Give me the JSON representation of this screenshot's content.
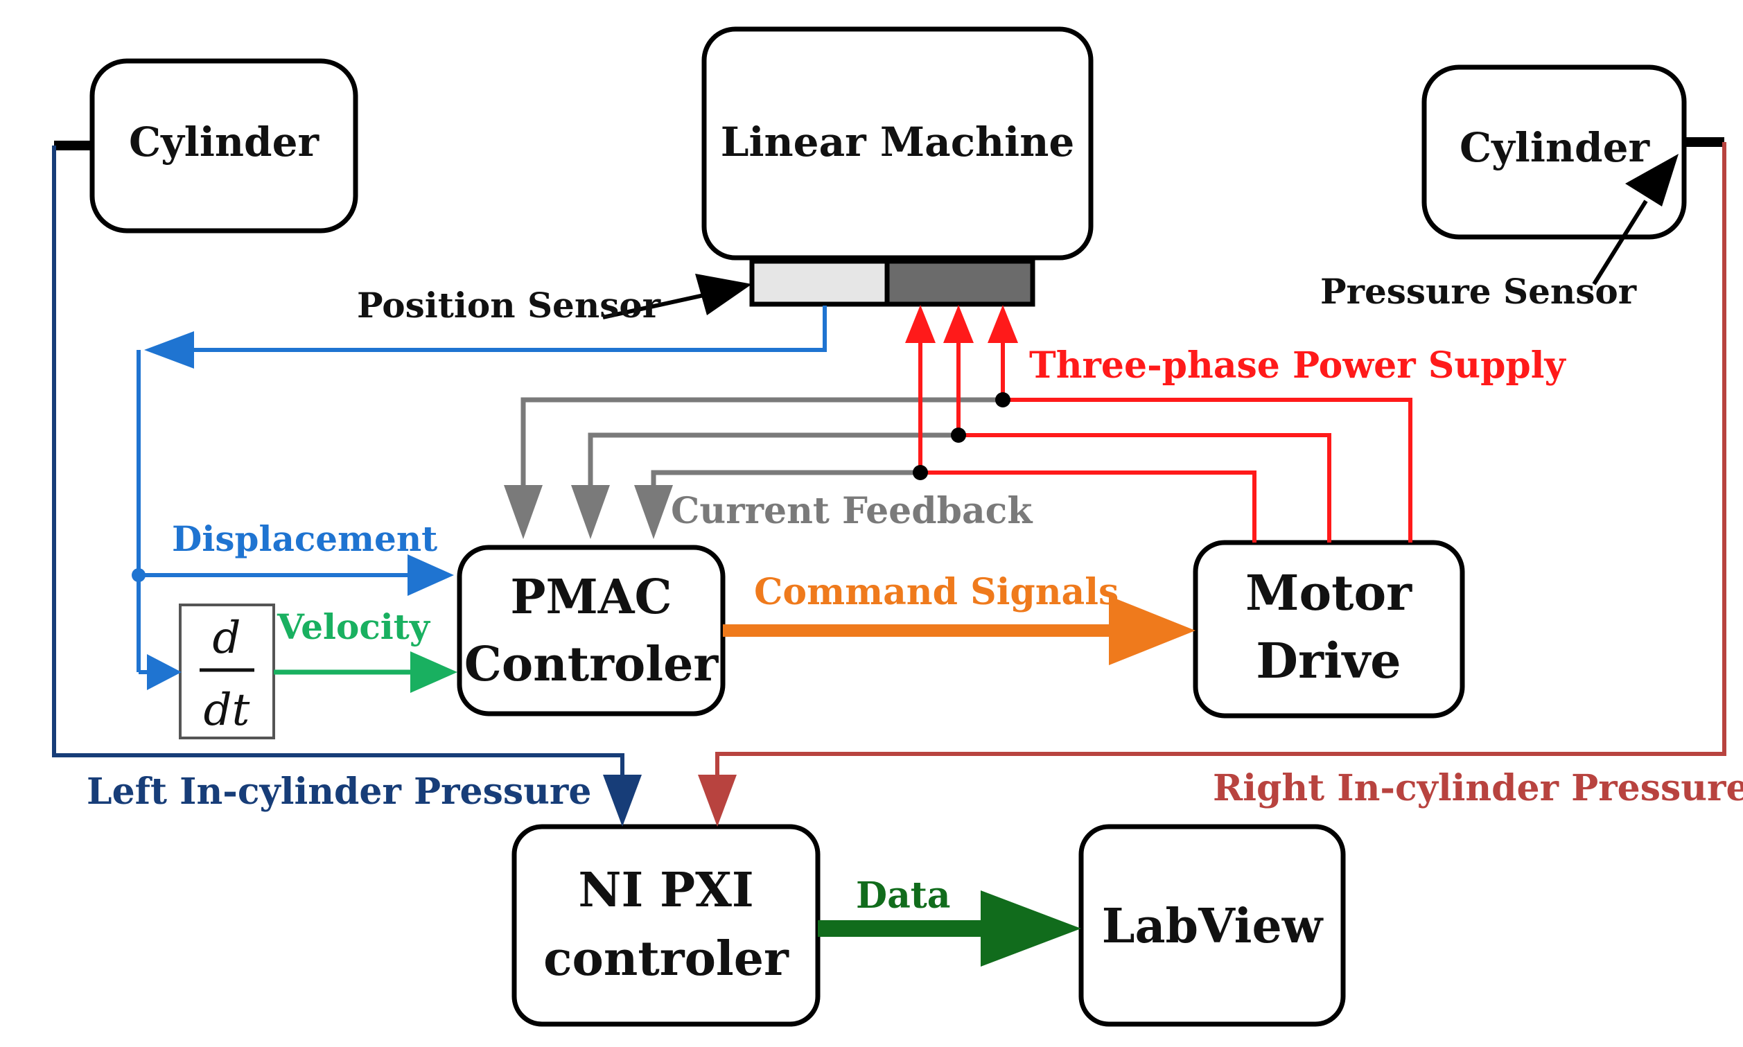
{
  "blocks": {
    "cylinder_left": "Cylinder",
    "cylinder_right": "Cylinder",
    "linear_machine": "Linear Machine",
    "pmac_line1": "PMAC",
    "pmac_line2": "Controler",
    "motor_line1": "Motor",
    "motor_line2": "Drive",
    "nipxi_line1": "NI PXI",
    "nipxi_line2": "controler",
    "labview": "LabView",
    "deriv_num": "d",
    "deriv_den": "dt"
  },
  "signals": {
    "position_sensor": "Position Sensor",
    "pressure_sensor": "Pressure Sensor",
    "three_phase": "Three-phase Power Supply",
    "current_feedback": "Current Feedback",
    "displacement": "Displacement",
    "velocity": "Velocity",
    "command_signals": "Command Signals",
    "left_pressure": "Left In-cylinder Pressure",
    "right_pressure": "Right In-cylinder Pressure",
    "data": "Data"
  },
  "colors": {
    "position_blue": "#1f74d1",
    "velocity_green": "#19b060",
    "power_red": "#ff1a1a",
    "feedback_gray": "#7a7a7a",
    "command_orange": "#ef7a1c",
    "left_pressure_navy": "#173d78",
    "right_pressure_red": "#b8433f",
    "data_green": "#116c1c"
  }
}
